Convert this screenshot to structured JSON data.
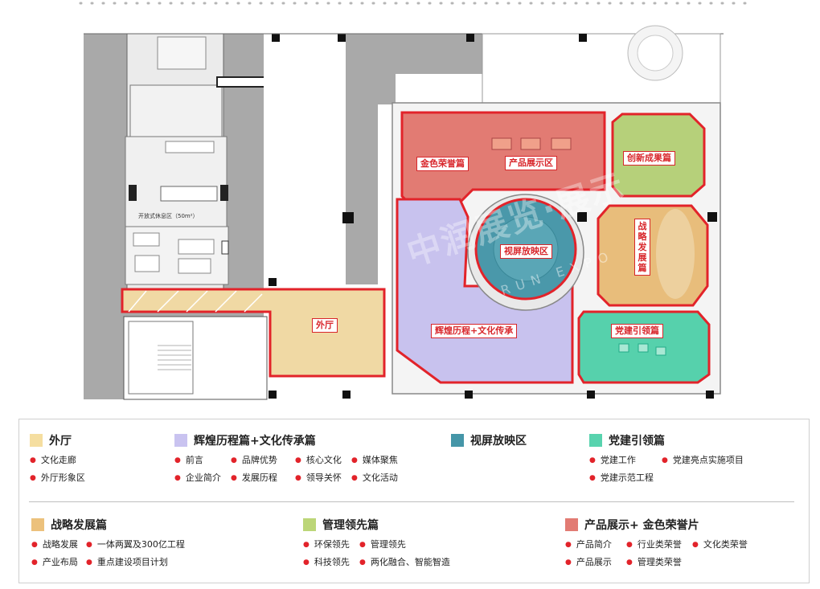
{
  "zones": {
    "outer_hall": "外厅",
    "glory": "辉煌历程+文化传承",
    "screening": "视屏放映区",
    "golden": "金色荣誉篇",
    "product": "产品展示区",
    "innovation": "创新成果篇",
    "strategy": "战略发展篇",
    "party": "党建引领篇"
  },
  "rest_area_caption": "开放式休息区（50m²）",
  "watermark": {
    "main": "中润展览·展示",
    "sub": "RUN EXPO"
  },
  "colors": {
    "outer_hall": "#f3dfa6",
    "glory": "#c9c3ee",
    "screening": "#4a9bab",
    "party": "#5fd3b0",
    "strategy": "#e9c07d",
    "management": "#b8d27a",
    "product_golden": "#e07a72",
    "highlight": "#d8262b"
  },
  "legend": {
    "row1": [
      {
        "title": "外厅",
        "color": "#f5dea0",
        "items": [
          "文化走廊",
          "外厅形象区"
        ]
      },
      {
        "title": "辉煌历程篇+文化传承篇",
        "color": "#c9c3f0",
        "items": [
          "前言",
          "品牌优势",
          "核心文化",
          "媒体聚焦",
          "企业简介",
          "发展历程",
          "领导关怀",
          "文化活动"
        ]
      },
      {
        "title": "视屏放映区",
        "color": "#4596a8",
        "items": []
      },
      {
        "title": "党建引领篇",
        "color": "#58d3ae",
        "items": [
          "党建工作",
          "党建亮点实施项目",
          "党建示范工程"
        ]
      }
    ],
    "row2": [
      {
        "title": "战略发展篇",
        "color": "#ecc17c",
        "items": [
          "战略发展",
          "一体两翼及300亿工程",
          "产业布局",
          "重点建设项目计划"
        ]
      },
      {
        "title": "管理领先篇",
        "color": "#bcd678",
        "items": [
          "环保领先",
          "管理领先",
          "科技领先",
          "两化融合、智能智造"
        ]
      },
      {
        "title": "产品展示+ 金色荣誉片",
        "color": "#e27b73",
        "items": [
          "产品简介",
          "行业类荣誉",
          "文化类荣誉",
          "产品展示",
          "管理类荣誉"
        ]
      }
    ]
  }
}
